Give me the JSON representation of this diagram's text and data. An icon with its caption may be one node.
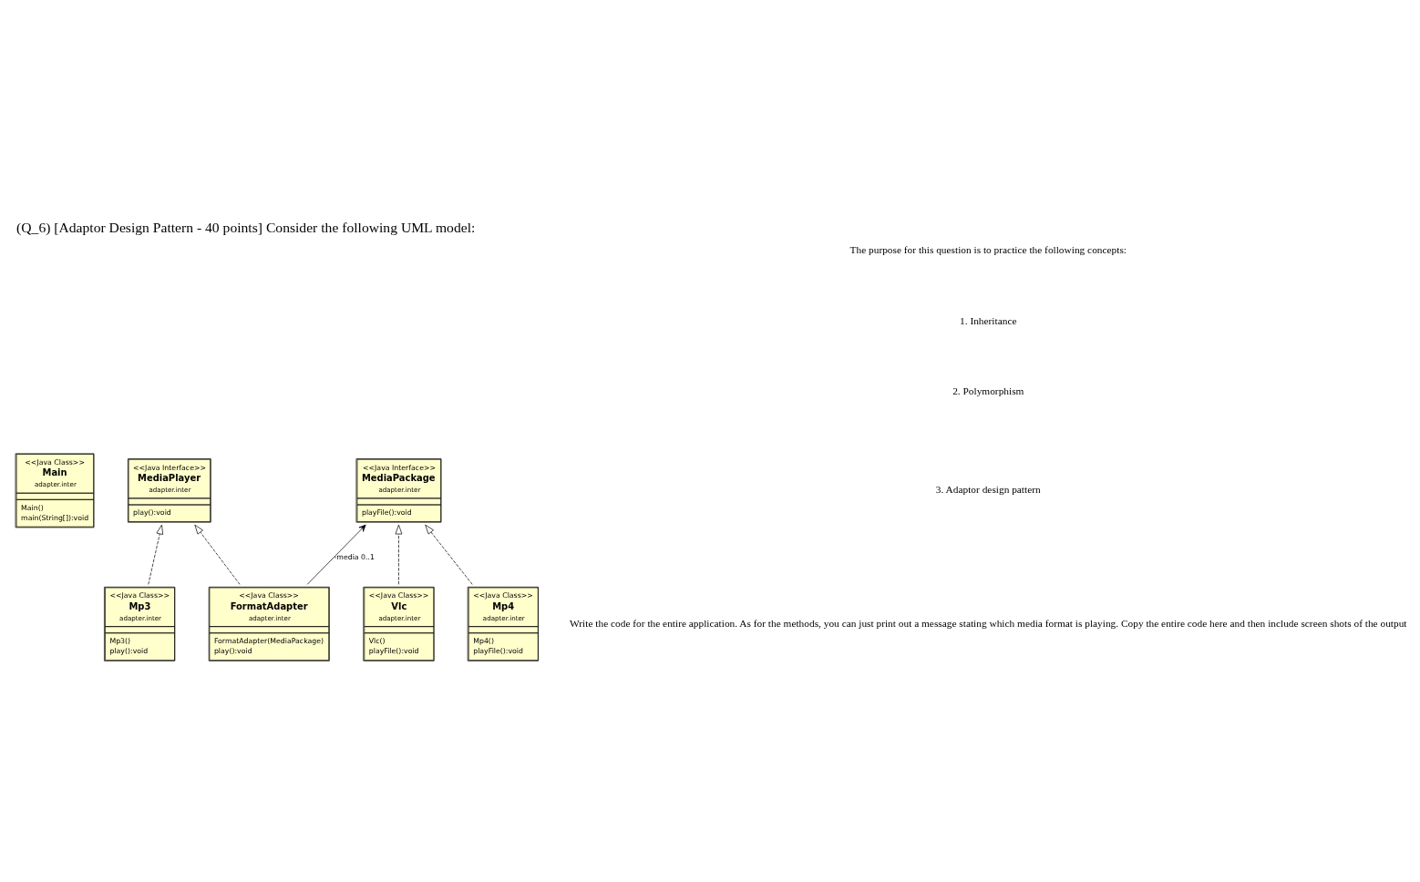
{
  "diagram": {
    "title": "(Q_6) [Adaptor Design Pattern - 40 points] Consider the following UML model:",
    "nodes": [
      {
        "text": [
          "<<Java Class>>",
          "Main",
          "adapter.inter",
          "Main()",
          "main(String[]):void"
        ]
      },
      {
        "text": [
          "<<Java Interface>>",
          "MediaPlayer",
          "adapter.inter",
          "play():void"
        ]
      },
      {
        "text": [
          "<<Java Interface>>",
          "MediaPackage",
          "adapter.inter",
          "playFile():void"
        ]
      },
      {
        "text": [
          "<<Java Class>>",
          "Mp3",
          "adapter.inter",
          "Mp3()",
          "play():void"
        ]
      },
      {
        "text": [
          "<<Java Class>>",
          "FormatAdapter",
          "adapter.inter",
          "FormatAdapter(MediaPackage)",
          "play():void"
        ]
      },
      {
        "text": [
          "<<Java Class>>",
          "Vlc",
          "adapter.inter",
          "Vlc()",
          "playFile():void"
        ]
      },
      {
        "text": [
          "<<Java Class>>",
          "Mp4",
          "adapter.inter",
          "Mp4()",
          "playFile():void"
        ]
      }
    ],
    "edges": [
      {
        "from": 3,
        "to": 1,
        "arrow": "to",
        "style": "dashed"
      },
      {
        "from": 4,
        "to": 1,
        "arrow": "to",
        "style": "dashed"
      },
      {
        "from": 4,
        "to": 2,
        "arrow": "to",
        "label": "-media 0..1"
      },
      {
        "from": 5,
        "to": 2,
        "arrow": "to",
        "style": "dashed"
      },
      {
        "from": 6,
        "to": 2,
        "arrow": "to",
        "style": "dashed"
      }
    ],
    "labels": [
      "The purpose for this question is to practice the following concepts:",
      "1. Inheritance",
      "2. Polymorphism",
      "3. Adaptor design pattern",
      "Write the code for the entire application. As for the methods, you can just print out a message stating which media format is playing. Copy the entire code here and then include screen shots of the output"
    ]
  }
}
